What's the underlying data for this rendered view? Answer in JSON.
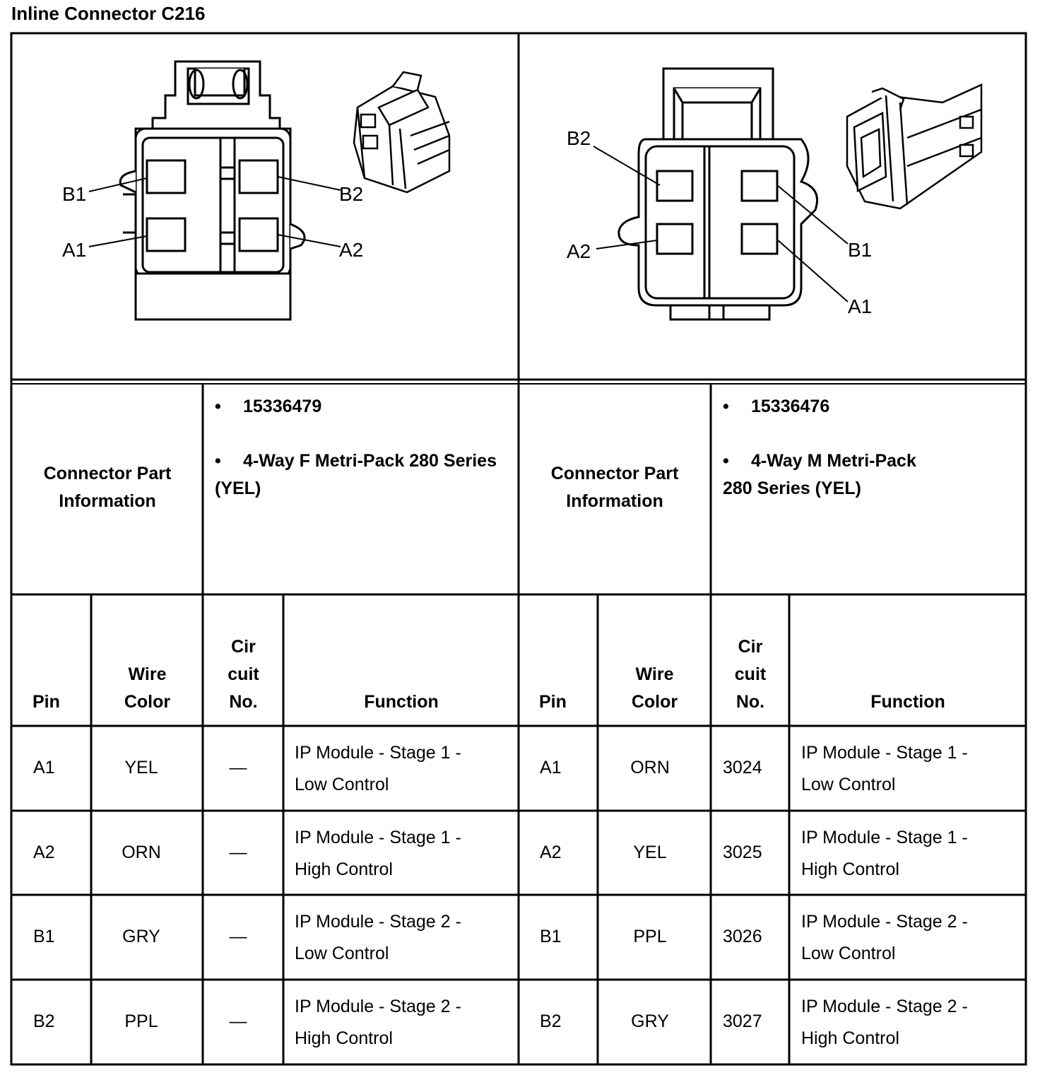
{
  "title": "Inline Connector C216",
  "left_connector": {
    "pin_labels": [
      "B1",
      "A1",
      "B2",
      "A2"
    ],
    "part_info_label": "Connector Part Information",
    "part_number": "15336479",
    "description": "4-Way F Metri-Pack 280 Series (YEL)"
  },
  "right_connector": {
    "pin_labels": [
      "B2",
      "A2",
      "B1",
      "A1"
    ],
    "part_info_label": "Connector Part Information",
    "part_number": "15336476",
    "description": "4-Way M Metri-Pack 280 Series (YEL)"
  },
  "bullet": "•",
  "columns": {
    "pin": "Pin",
    "wire_color_1": "Wire",
    "wire_color_2": "Color",
    "circuit_1": "Cir",
    "circuit_2": "cuit",
    "circuit_3": "No.",
    "function": "Function"
  },
  "left_rows": [
    {
      "pin": "A1",
      "color": "YEL",
      "circuit": "—",
      "func1": "IP Module - Stage 1 -",
      "func2": "Low Control"
    },
    {
      "pin": "A2",
      "color": "ORN",
      "circuit": "—",
      "func1": "IP Module - Stage 1 -",
      "func2": "High Control"
    },
    {
      "pin": "B1",
      "color": "GRY",
      "circuit": "—",
      "func1": "IP Module - Stage 2 -",
      "func2": "Low Control"
    },
    {
      "pin": "B2",
      "color": "PPL",
      "circuit": "—",
      "func1": "IP Module - Stage 2 -",
      "func2": "High Control"
    }
  ],
  "right_rows": [
    {
      "pin": "A1",
      "color": "ORN",
      "circuit": "3024",
      "func1": "IP Module - Stage 1 -",
      "func2": "Low Control"
    },
    {
      "pin": "A2",
      "color": "YEL",
      "circuit": "3025",
      "func1": "IP Module - Stage 1 -",
      "func2": "High Control"
    },
    {
      "pin": "B1",
      "color": "PPL",
      "circuit": "3026",
      "func1": "IP Module - Stage 2 -",
      "func2": "Low Control"
    },
    {
      "pin": "B2",
      "color": "GRY",
      "circuit": "3027",
      "func1": "IP Module - Stage 2 -",
      "func2": "High Control"
    }
  ]
}
